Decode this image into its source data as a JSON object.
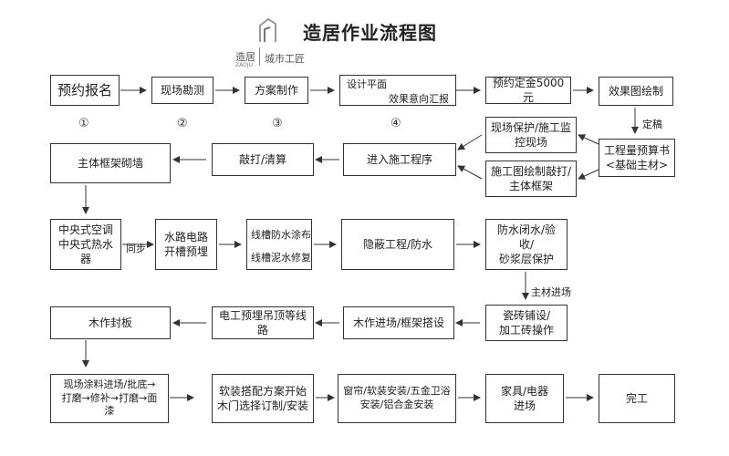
{
  "title": "造居作业流程图",
  "logo": {
    "brand": "造居",
    "sub": "ZAOJU",
    "tag": "城市工匠"
  },
  "boxes": {
    "reserve": "预约报名",
    "survey": "现场勘测",
    "plan": "方案制作",
    "design_top": "设计平面",
    "design_bottom": "效果意向汇报",
    "deposit": "预约定金5000元",
    "render": "效果图绘制",
    "protect": "现场保护/施工监\n控现场",
    "drawing": "施工图绘制敲打/\n主体框架",
    "budget": "工程量预算书\n<基础主材>",
    "enter": "进入施工程序",
    "demolish": "敲打/清算",
    "frame": "主体框架砌墙",
    "ac": "中央式空调\n中央式热水器",
    "plumbing": "水路电路\n开槽预埋",
    "slot_top": "线槽防水涂布",
    "slot_bottom": "线槽泥水修复",
    "hidden": "隐蔽工程/防水",
    "waterproof": "防水闭水/验收/\n砂浆层保护",
    "tile": "瓷砖铺设/\n加工砖操作",
    "wood_enter": "木作进场/框架搭设",
    "electric": "电工预埋吊顶等线路",
    "wood_seal": "木作封板",
    "paint": "现场涂料进场/批底→\n打磨→修补→打磨→面\n漆",
    "soft": "软装搭配方案开始\n木门选择订制/安装",
    "curtain": "窗帘/软装安装/五金卫浴\n安装/铝合金安装",
    "furniture": "家具/电器\n进场",
    "done": "完工"
  },
  "numbers": [
    "①",
    "②",
    "③",
    "④"
  ],
  "labels": {
    "confirm": "定稿",
    "sync": "同步",
    "material": "主材进场"
  }
}
